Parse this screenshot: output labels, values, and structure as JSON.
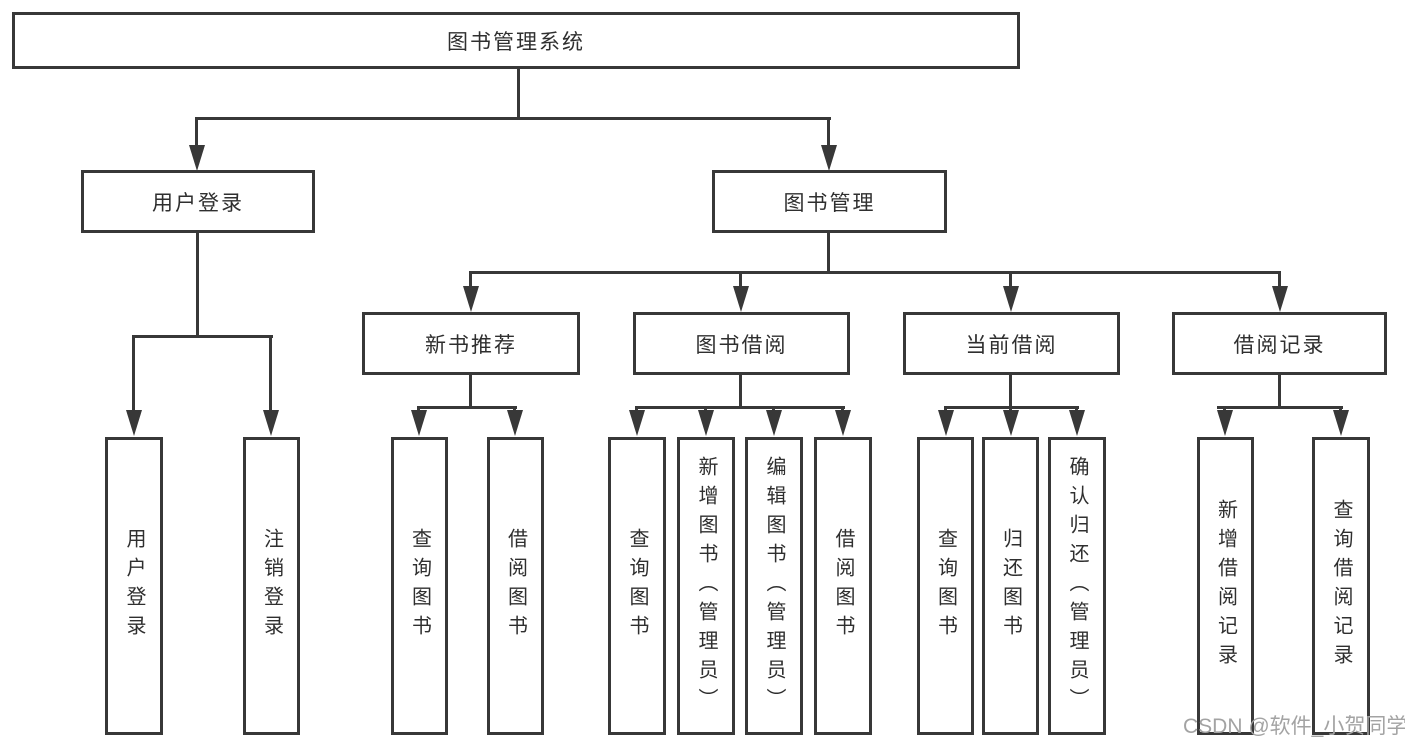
{
  "nodes": {
    "root": {
      "label": "图书管理系统"
    },
    "user_login_branch": {
      "label": "用户登录"
    },
    "book_management": {
      "label": "图书管理"
    },
    "user_login": {
      "label": "用户登录"
    },
    "logout_login": {
      "label": "注销登录"
    },
    "new_book_recommend": {
      "label": "新书推荐"
    },
    "book_borrowing": {
      "label": "图书借阅"
    },
    "current_borrowing": {
      "label": "当前借阅"
    },
    "borrowing_records": {
      "label": "借阅记录"
    },
    "nbr_query_books": {
      "label": "查询图书"
    },
    "nbr_borrow_books": {
      "label": "借阅图书"
    },
    "bb_query_books": {
      "label": "查询图书"
    },
    "bb_add_books": {
      "label": "新增图书（管理员）"
    },
    "bb_edit_books": {
      "label": "编辑图书（管理员）"
    },
    "bb_borrow_books": {
      "label": "借阅图书"
    },
    "cb_query_books": {
      "label": "查询图书"
    },
    "cb_return_books": {
      "label": "归还图书"
    },
    "cb_confirm_return": {
      "label": "确认归还（管理员）"
    },
    "br_add_record": {
      "label": "新增借阅记录"
    },
    "br_query_record": {
      "label": "查询借阅记录"
    }
  },
  "hierarchy": {
    "图书管理系统": {
      "用户登录": [
        "用户登录",
        "注销登录"
      ],
      "图书管理": {
        "新书推荐": [
          "查询图书",
          "借阅图书"
        ],
        "图书借阅": [
          "查询图书",
          "新增图书（管理员）",
          "编辑图书（管理员）",
          "借阅图书"
        ],
        "当前借阅": [
          "查询图书",
          "归还图书",
          "确认归还（管理员）"
        ],
        "借阅记录": [
          "新增借阅记录",
          "查询借阅记录"
        ]
      }
    }
  },
  "watermark": {
    "text": "CSDN @软件_小贺同学"
  },
  "colors": {
    "line": "#383838",
    "text": "#2f2f2f",
    "background": "#ffffff",
    "watermark": "#a3a3a3"
  }
}
